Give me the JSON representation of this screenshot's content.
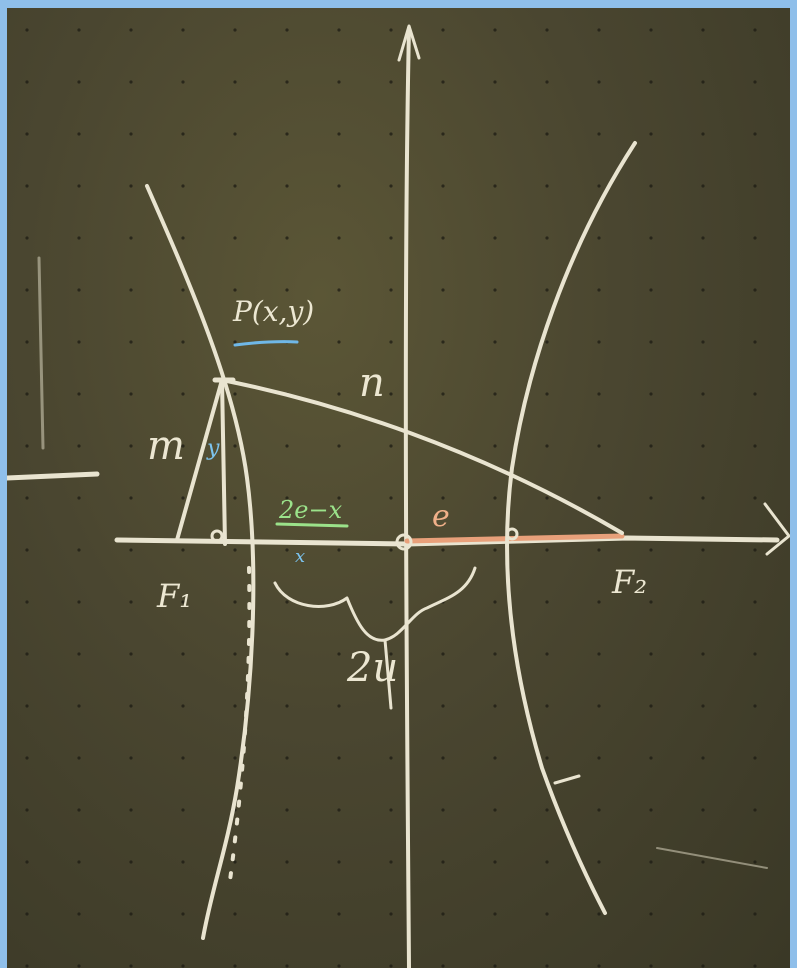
{
  "board": {
    "colors": {
      "board": "#4a4630",
      "chalk_white": "#e9e4d0",
      "chalk_green": "#9be28a",
      "chalk_orange": "#e8a07a",
      "chalk_blue": "#7cc4ef",
      "frame": "#8fbfea"
    },
    "labels": {
      "point_p": "P(x,y)",
      "segment_n": "n",
      "segment_m": "m",
      "height_y": "y",
      "diff_2e_x": "2e−x",
      "focal_e": "e",
      "foot_x": "x",
      "focus_left": "F₁",
      "focus_right": "F₂",
      "brace_2u": "2u"
    }
  }
}
